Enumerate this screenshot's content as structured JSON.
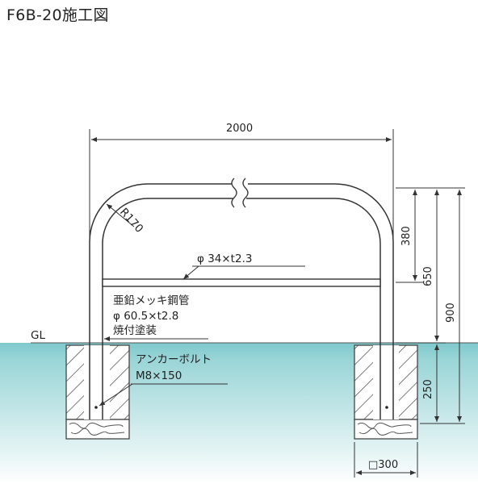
{
  "title": "F6B-20施工図",
  "labels": {
    "gl": "GL",
    "radius": "R170",
    "crossbar_pipe": "φ 34×t2.3",
    "main_pipe_line1": "亜鉛メッキ鋼管",
    "main_pipe_line2": "φ 60.5×t2.8",
    "main_pipe_line3": "焼付塗装",
    "anchor_line1": "アンカーボルト",
    "anchor_line2": "M8×150"
  },
  "dimensions": {
    "width": "2000",
    "top_to_crossbar": "380",
    "top_to_gl_inner": "650",
    "overall_height": "900",
    "embed_depth": "250",
    "foundation": "□300"
  },
  "colors": {
    "ground": "#7ec9cc",
    "ground_light": "#d6eff0",
    "line": "#333333"
  }
}
